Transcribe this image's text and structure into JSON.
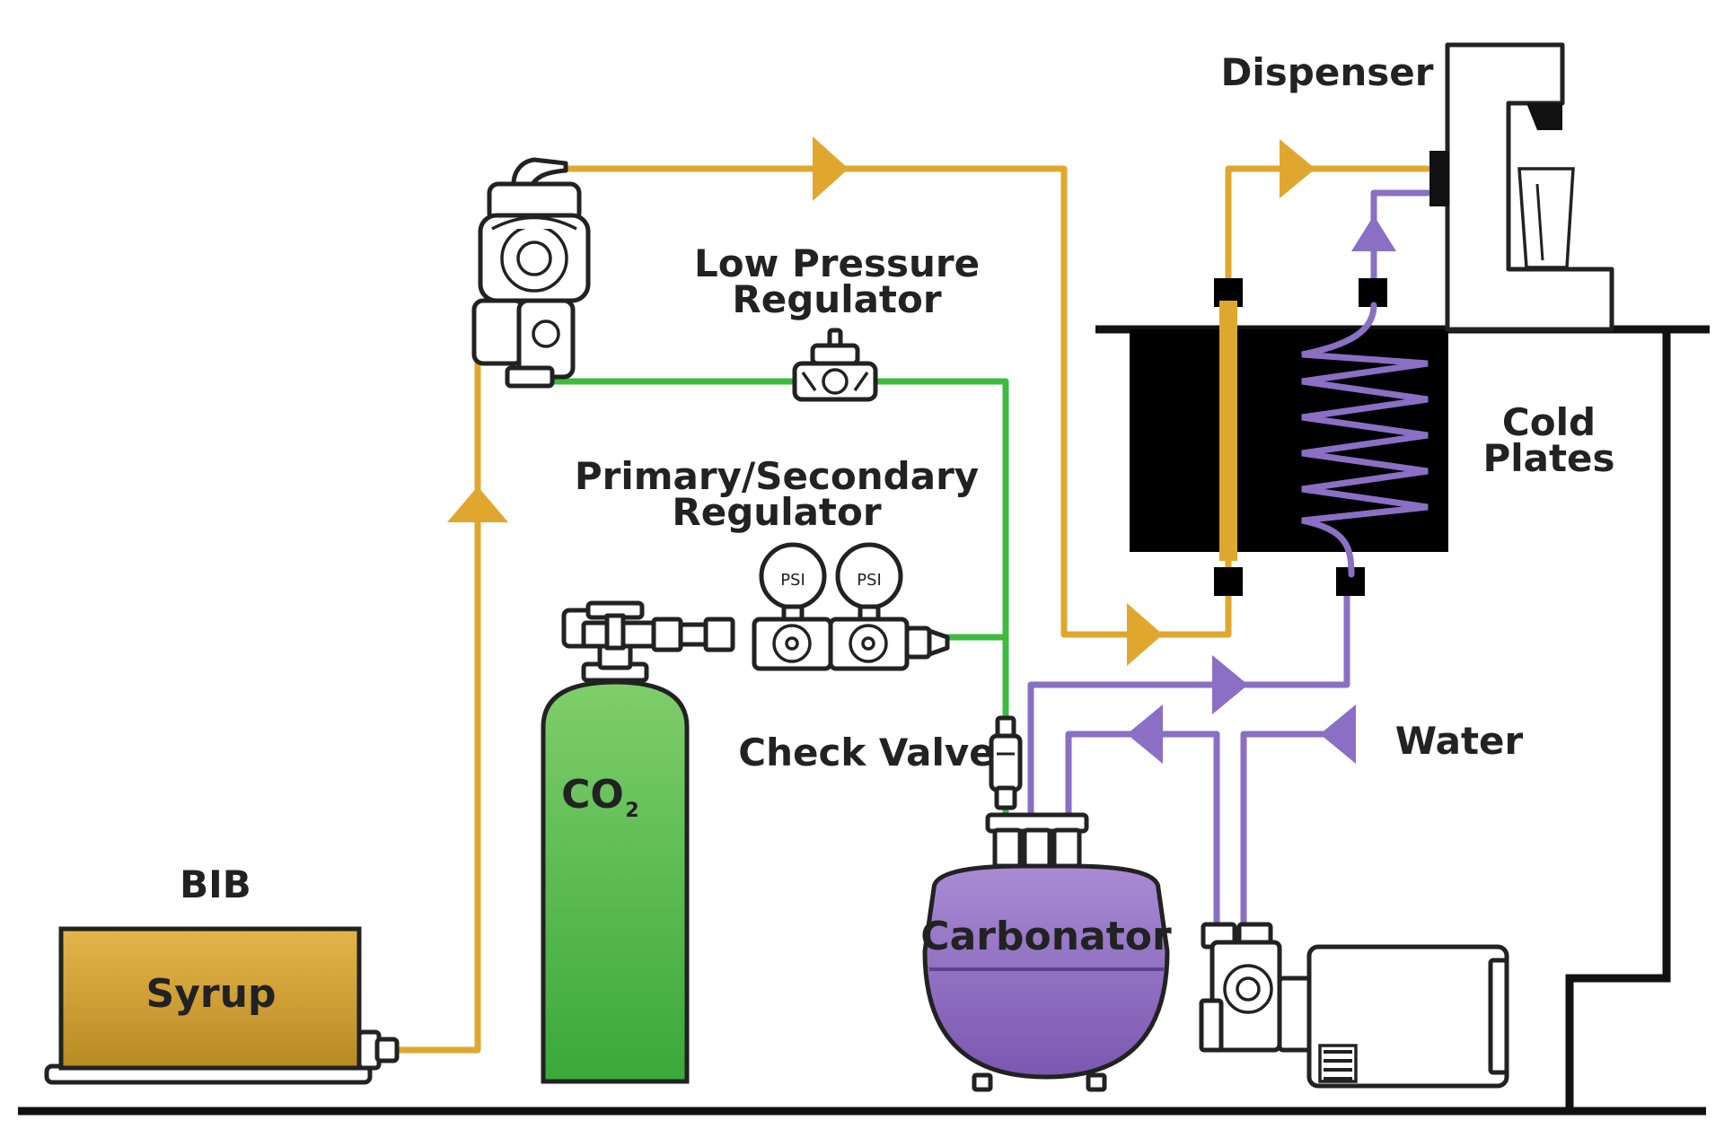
{
  "labels": {
    "dispenser": "Dispenser",
    "low_pressure_regulator_1": "Low Pressure",
    "low_pressure_regulator_2": "Regulator",
    "primary_secondary_regulator_1": "Primary/Secondary",
    "primary_secondary_regulator_2": "Regulator",
    "cold_plates_1": "Cold",
    "cold_plates_2": "Plates",
    "check_valve": "Check Valve",
    "water": "Water",
    "bib": "BIB",
    "syrup": "Syrup",
    "co2": "CO",
    "co2_sub": "2",
    "carbonator": "Carbonator",
    "psi": "PSI"
  },
  "colors": {
    "syrup_line": "#e0a72e",
    "co2_line": "#3dbb3f",
    "water_line": "#8a6fc4",
    "syrup_box": "#c99a2e",
    "co2_tank": "#55bb4a",
    "carbonator": "#8c6bbf",
    "cold_plate": "#000000",
    "outline": "#222222"
  }
}
